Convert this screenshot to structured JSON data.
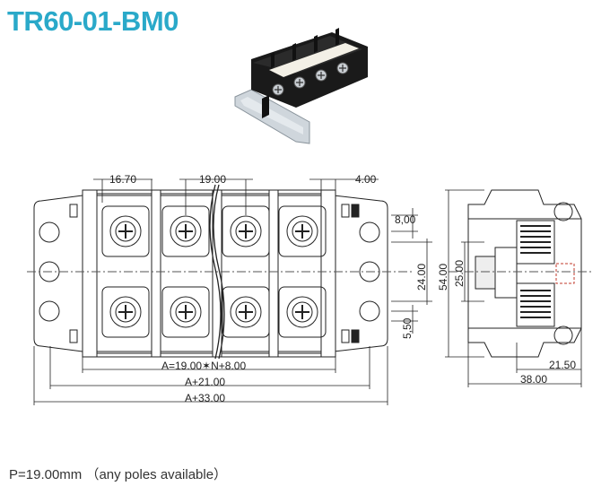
{
  "title": "TR60-01-BM0",
  "footer": "P=19.00mm （any poles available）",
  "dims": {
    "d1670": "16.70",
    "d1900": "19.00",
    "d400": "4.00",
    "d800": "8,00",
    "d2400": "24.00",
    "d550": "5,50",
    "d5400": "54.00",
    "d2500": "25.00",
    "dA1": "A=19.00✶N+8.00",
    "dA2": "A+21.00",
    "dA3": "A+33.00",
    "d2150": "21.50",
    "d3800": "38.00"
  },
  "colors": {
    "title": "#2aa9c9",
    "line": "#222222",
    "center": "#555555",
    "accent_red": "#c0392b"
  }
}
